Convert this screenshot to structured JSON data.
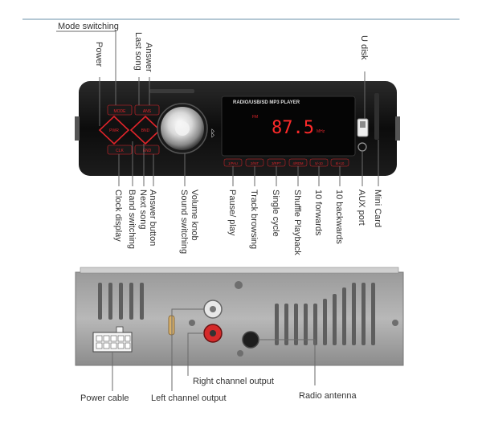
{
  "front_panel": {
    "display_header": "RADIO/USB/SD MP3 PLAYER",
    "display_frequency": "87.5",
    "display_band": "FM",
    "display_unit": "MHz",
    "top_buttons": [
      "MODE",
      "ANS"
    ],
    "nav_buttons": [
      "PWR",
      "BND"
    ],
    "lower_buttons": [
      "CLK",
      "END"
    ],
    "preset_buttons": [
      "1/PAU",
      "2/INT",
      "3/RPT",
      "4/RDM",
      "5/-10",
      "6/+10"
    ],
    "accent_color": "#e0242a"
  },
  "labels": {
    "mode_switching": "Mode switching",
    "power": "Power",
    "last_song": "Last song",
    "answer": "Answer",
    "u_disk": "U disk",
    "clock_display": "Clock display",
    "band_switching": "Band switching",
    "next_song": "Next song",
    "answer_button": "Answer button",
    "sound_switching": "Sound switching",
    "volume_knob": "Volume knob",
    "pause_play": "Pause/ play",
    "track_browsing": "Track browsing",
    "single_cycle": "Single cycle",
    "shuffle_playback": "Shuffle Playback",
    "ten_forwards": "10 forwards",
    "ten_backwards": "10 backwards",
    "aux_port": "AUX port",
    "mini_card": "Mini Card",
    "power_cable": "Power cable",
    "left_channel_output": "Left channel output",
    "right_channel_output": "Right channel output",
    "radio_antenna": "Radio antenna"
  }
}
